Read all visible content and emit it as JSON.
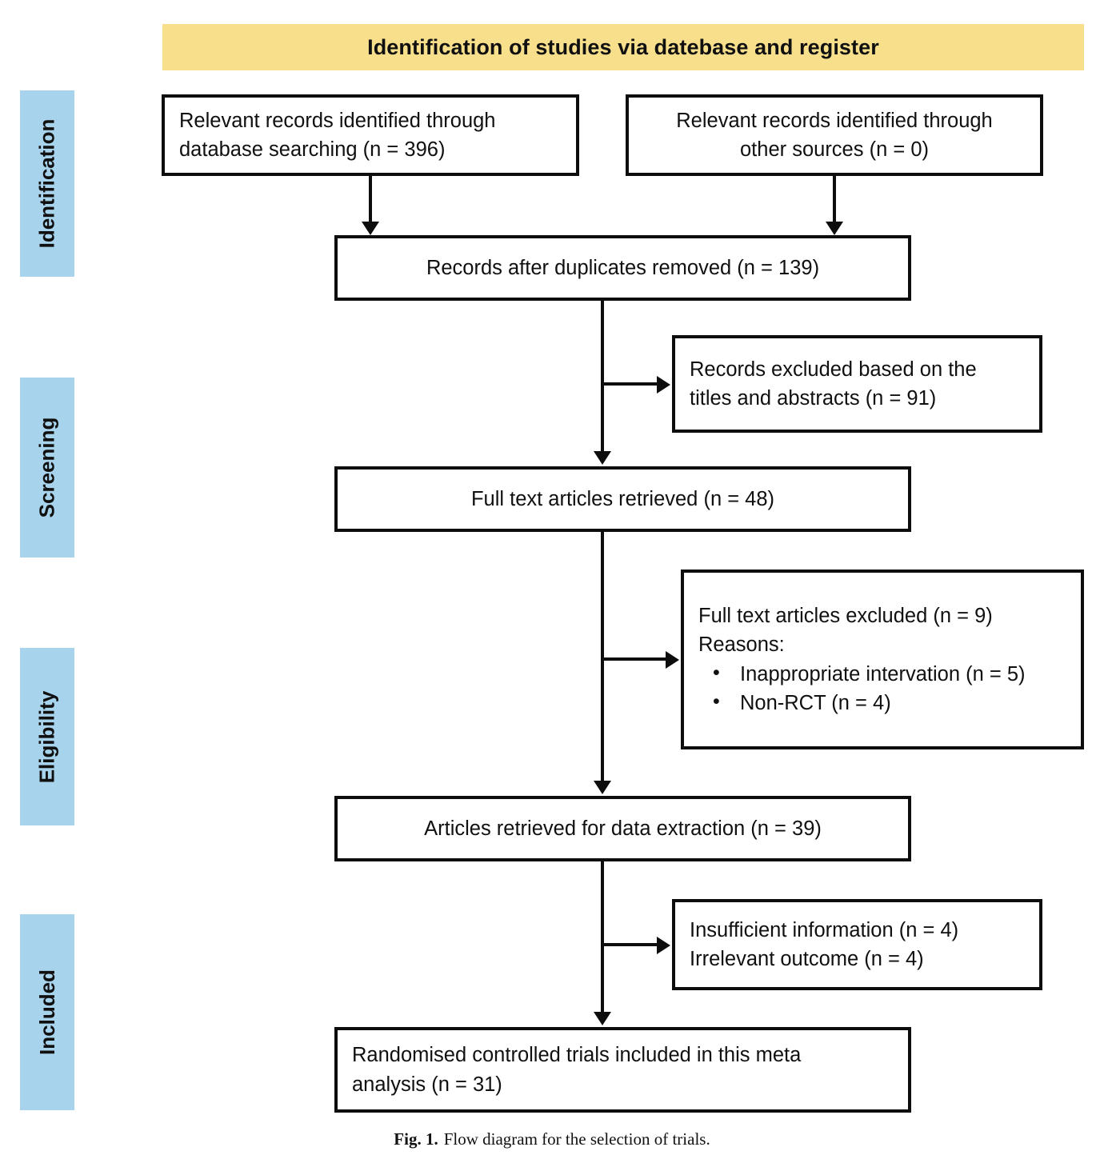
{
  "figure": {
    "title": "Identification of studies via datebase and register",
    "caption_label": "Fig. 1.",
    "caption_text": "Flow diagram for the selection of trials.",
    "colors": {
      "title_banner": "#F7DF8C",
      "stage_bar": "#A8D3EC",
      "box_border": "#0D0D0D",
      "text": "#101010"
    }
  },
  "stages": [
    {
      "id": "identification",
      "label": "Identification"
    },
    {
      "id": "screening",
      "label": "Screening"
    },
    {
      "id": "eligibility",
      "label": "Eligibility"
    },
    {
      "id": "included",
      "label": "Included"
    }
  ],
  "boxes": {
    "db_search": {
      "line1": "Relevant records identified through",
      "line2": "database searching (n = 396)"
    },
    "other_sources": {
      "line1": "Relevant records identified through",
      "line2": "other sources (n = 0)"
    },
    "duplicates_removed": {
      "line1": "Records after duplicates removed (n = 139)"
    },
    "excluded_titles": {
      "line1": "Records excluded based on the",
      "line2": "titles and abstracts (n = 91)"
    },
    "fulltext_retrieved": {
      "line1": "Full text articles retrieved (n = 48)"
    },
    "fulltext_excluded": {
      "line1": "Full text articles excluded (n = 9)",
      "line2": "Reasons:",
      "reasons": [
        "Inappropriate intervation (n = 5)",
        "Non-RCT (n = 4)"
      ]
    },
    "data_extraction": {
      "line1": "Articles retrieved for data extraction (n = 39)"
    },
    "insufficient": {
      "line1": "Insufficient information (n = 4)",
      "line2": "Irrelevant outcome (n = 4)"
    },
    "included_trials": {
      "line1": "Randomised controlled trials included in this meta",
      "line2": "analysis (n = 31)"
    }
  },
  "chart_data": {
    "type": "diagram",
    "title": "Identification of studies via datebase and register",
    "nodes": [
      {
        "id": "db_search",
        "stage": "Identification",
        "label": "Relevant records identified through database searching",
        "n": 396
      },
      {
        "id": "other_sources",
        "stage": "Identification",
        "label": "Relevant records identified through other sources",
        "n": 0
      },
      {
        "id": "duplicates_removed",
        "stage": "Identification",
        "label": "Records after duplicates removed",
        "n": 139
      },
      {
        "id": "excluded_titles",
        "stage": "Screening",
        "label": "Records excluded based on the titles and abstracts",
        "n": 91
      },
      {
        "id": "fulltext_retrieved",
        "stage": "Screening",
        "label": "Full text articles retrieved",
        "n": 48
      },
      {
        "id": "fulltext_excluded",
        "stage": "Eligibility",
        "label": "Full text articles excluded",
        "n": 9
      },
      {
        "id": "reason_intervention",
        "stage": "Eligibility",
        "label": "Inappropriate intervation",
        "n": 5
      },
      {
        "id": "reason_nonrct",
        "stage": "Eligibility",
        "label": "Non-RCT",
        "n": 4
      },
      {
        "id": "data_extraction",
        "stage": "Eligibility",
        "label": "Articles retrieved for data extraction",
        "n": 39
      },
      {
        "id": "insufficient_info",
        "stage": "Included",
        "label": "Insufficient information",
        "n": 4
      },
      {
        "id": "irrelevant_outcome",
        "stage": "Included",
        "label": "Irrelevant outcome",
        "n": 4
      },
      {
        "id": "included_trials",
        "stage": "Included",
        "label": "Randomised controlled trials included in this meta analysis",
        "n": 31
      }
    ],
    "edges": [
      {
        "from": "db_search",
        "to": "duplicates_removed"
      },
      {
        "from": "other_sources",
        "to": "duplicates_removed"
      },
      {
        "from": "duplicates_removed",
        "to": "excluded_titles"
      },
      {
        "from": "duplicates_removed",
        "to": "fulltext_retrieved"
      },
      {
        "from": "fulltext_retrieved",
        "to": "fulltext_excluded"
      },
      {
        "from": "fulltext_retrieved",
        "to": "data_extraction"
      },
      {
        "from": "data_extraction",
        "to": "insufficient_info"
      },
      {
        "from": "data_extraction",
        "to": "included_trials"
      }
    ]
  }
}
